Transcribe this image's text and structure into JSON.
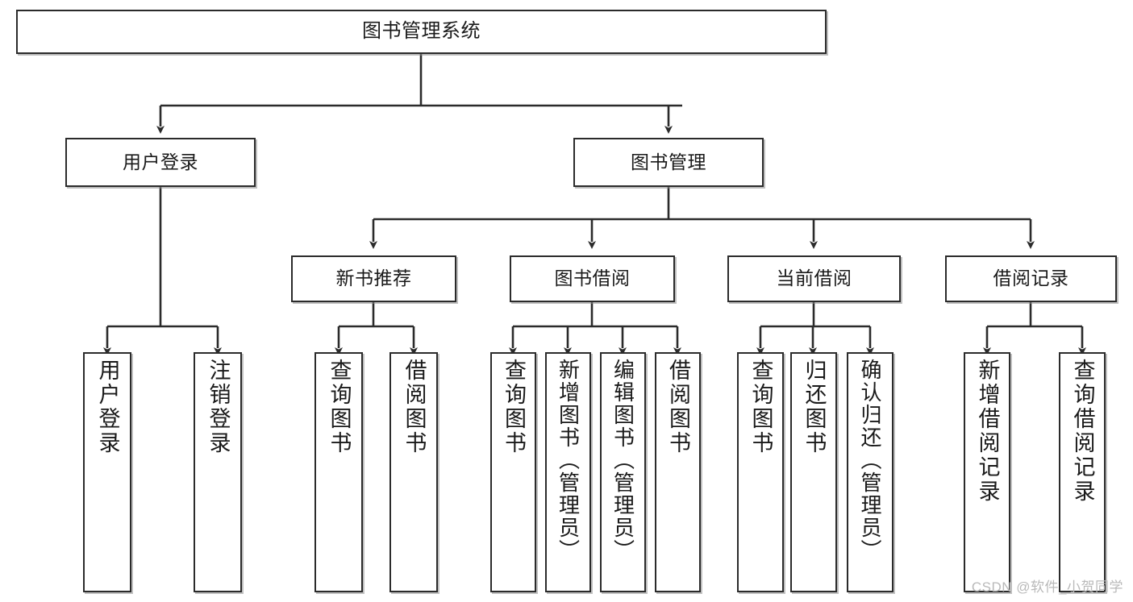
{
  "diagram": {
    "type": "tree",
    "title": "图书管理系统",
    "root": {
      "id": "root",
      "label": "图书管理系统"
    },
    "level2": [
      {
        "id": "user-login",
        "label": "用户登录"
      },
      {
        "id": "book-manage",
        "label": "图书管理"
      }
    ],
    "level3": [
      {
        "id": "new-book-rec",
        "label": "新书推荐"
      },
      {
        "id": "book-borrow",
        "label": "图书借阅"
      },
      {
        "id": "current-borrow",
        "label": "当前借阅"
      },
      {
        "id": "borrow-record",
        "label": "借阅记录"
      }
    ],
    "leaves": {
      "user_login": [
        {
          "id": "leaf-user-login",
          "label": "用户登录"
        },
        {
          "id": "leaf-logout",
          "label": "注销登录"
        }
      ],
      "new_book_rec": [
        {
          "id": "leaf-query-book-1",
          "label": "查询图书"
        },
        {
          "id": "leaf-borrow-book-1",
          "label": "借阅图书"
        }
      ],
      "book_borrow": [
        {
          "id": "leaf-query-book-2",
          "label": "查询图书"
        },
        {
          "id": "leaf-add-book",
          "label": "新增图书（管理员）"
        },
        {
          "id": "leaf-edit-book",
          "label": "编辑图书（管理员）"
        },
        {
          "id": "leaf-borrow-book-2",
          "label": "借阅图书"
        }
      ],
      "current_borrow": [
        {
          "id": "leaf-query-book-3",
          "label": "查询图书"
        },
        {
          "id": "leaf-return-book",
          "label": "归还图书"
        },
        {
          "id": "leaf-confirm-return",
          "label": "确认归还（管理员）"
        }
      ],
      "borrow_record": [
        {
          "id": "leaf-add-record",
          "label": "新增借阅记录"
        },
        {
          "id": "leaf-query-record",
          "label": "查询借阅记录"
        }
      ]
    }
  },
  "watermark": {
    "text": "CSDN @软件_小贺同学"
  },
  "colors": {
    "stroke": "#2b2b2b",
    "fill": "#ffffff",
    "text": "#1a1a1a",
    "watermark": "#b9b9b9"
  }
}
